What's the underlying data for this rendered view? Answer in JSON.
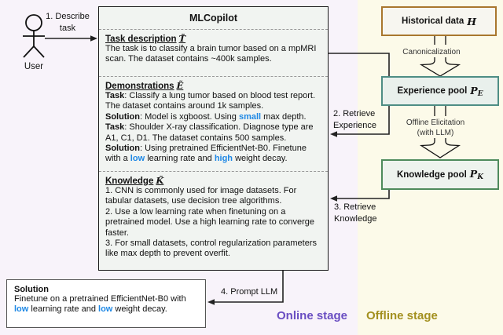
{
  "colors": {
    "accent_blue": "#1e88e5",
    "online_purple": "#6a4ec2",
    "offline_olive": "#a3901f",
    "historical_border": "#a9772e",
    "experience_border": "#4e8d84",
    "knowledge_border": "#4e8a5c",
    "online_bg": "#f8f3fa",
    "offline_bg": "#fcfae9"
  },
  "user": {
    "label": "User"
  },
  "connectors": {
    "describe_l1": "1. Describe",
    "describe_l2": "task",
    "retrieve_exp_l1": "2. Retrieve",
    "retrieve_exp_l2": "Experience",
    "retrieve_kn_l1": "3. Retrieve",
    "retrieve_kn_l2": "Knowledge",
    "prompt_llm": "4. Prompt LLM",
    "canonicalization": "Canonicalization",
    "elicitation_l1": "Offline Elicitation",
    "elicitation_l2": "(with LLM)"
  },
  "mlcopilot": {
    "title": "MLCopilot",
    "task": {
      "heading": "Task description",
      "symbol": "T̃",
      "body": "The task is to classify a brain tumor based on a mpMRI scan. The dataset contains ~400k samples."
    },
    "demos": {
      "heading": "Demonstrations",
      "symbol": "Ẽ",
      "entries": [
        {
          "label": "Task",
          "t1": ": Classify a lung tumor based on blood test report. The dataset contains around 1k samples."
        },
        {
          "label": "Solution",
          "t1": ": Model is xgboost. Using ",
          "hl1": "small",
          "t2": " max depth."
        },
        {
          "label": "Task",
          "t1": ": Shoulder X-ray classification. Diagnose type are A1, C1, D1. The dataset contains 500 samples."
        },
        {
          "label": "Solution",
          "t1": ": Using pretrained EfficientNet-B0. Finetune with a ",
          "hl1": "low",
          "t2": " learning rate and ",
          "hl2": "high",
          "t3": " weight decay."
        }
      ]
    },
    "knowledge": {
      "heading": "Knowledge",
      "symbol": "K̃",
      "items": [
        "1. CNN is commonly used for image datasets. For tabular datasets, use decision tree algorithms.",
        "2. Use a low learning rate when finetuning on a pretrained model. Use a high learning rate to converge faster.",
        "3. For small datasets, control regularization parameters like max depth to prevent overfit."
      ]
    }
  },
  "offline": {
    "historical_label": "Historical data",
    "historical_symbol": "H",
    "experience_label": "Experience pool",
    "experience_symbol": "P",
    "experience_sub": "E",
    "knowledge_label": "Knowledge pool",
    "knowledge_symbol": "P",
    "knowledge_sub": "K"
  },
  "solution_box": {
    "heading": "Solution",
    "t1": "Finetune on a pretrained EfficientNet-B0 with ",
    "hl1": "low",
    "t2": " learning rate and ",
    "hl2": "low",
    "t3": " weight decay."
  },
  "stages": {
    "online": "Online stage",
    "offline": "Offline stage"
  }
}
